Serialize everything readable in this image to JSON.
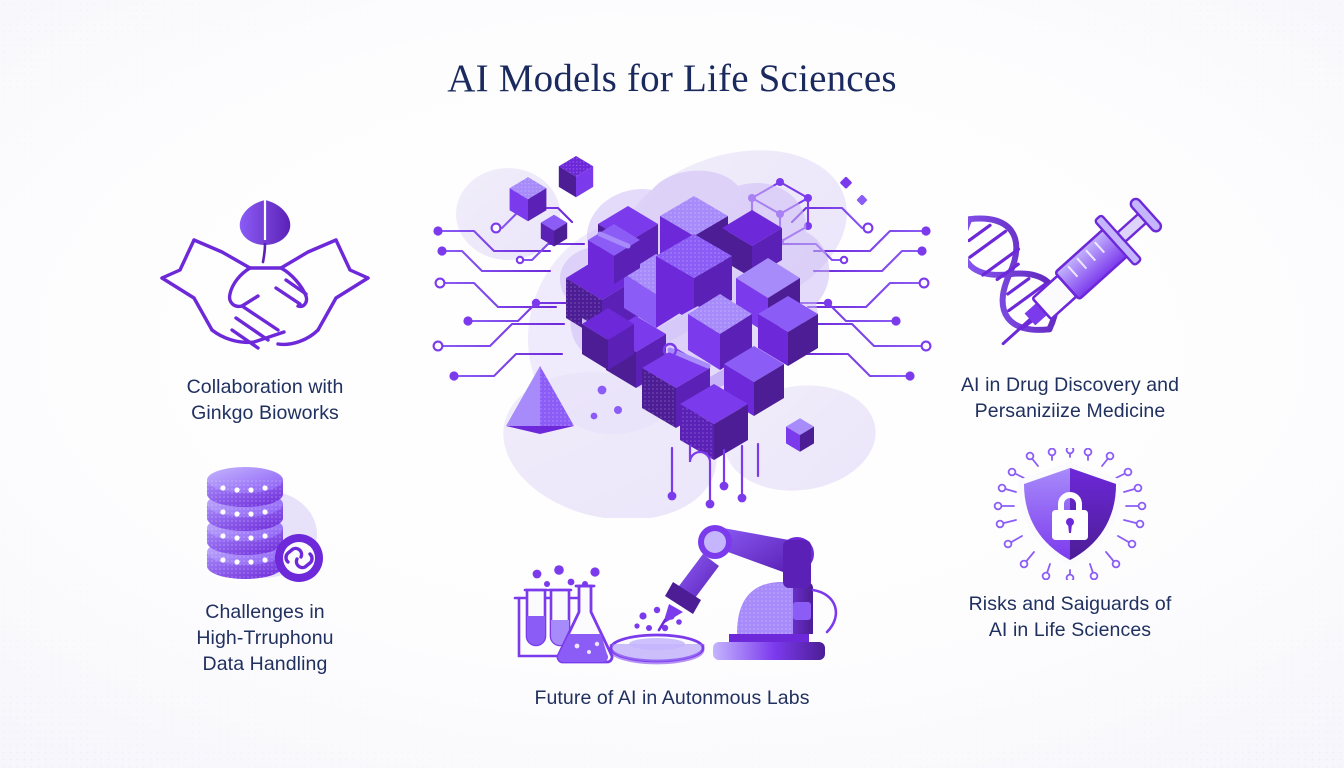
{
  "page": {
    "title": "AI Models for Life Sciences",
    "background_color": "#fbfbfd",
    "title_color": "#1b2a5e",
    "caption_color": "#20305f",
    "accent_colors": {
      "purple_deep": "#5B21B6",
      "purple_mid": "#7C3AED",
      "purple_light": "#A78BFA",
      "purple_pale": "#C4B5FD",
      "blob": "#EDE9FB"
    }
  },
  "nodes": {
    "collaboration": {
      "caption": "Collaboration with\nGinkgo Bioworks",
      "icon": "handshake-ginkgo-icon"
    },
    "drug_discovery": {
      "caption": "AI in Drug Discovery and\nPersaniziize Medicine",
      "icon": "dna-syringe-icon"
    },
    "data_handling": {
      "caption": "Challenges in\nHigh-Trruphonu\nData Handling",
      "icon": "database-chain-icon"
    },
    "risks": {
      "caption": "Risks and Saiguards of\nAI in Life Sciences",
      "icon": "shield-lock-circuit-icon"
    },
    "autonomous_labs": {
      "caption": "Future of AI in Autonmous Labs",
      "icon": "robot-arm-lab-icon"
    },
    "center": {
      "icon": "isometric-cube-brain-circuit-icon"
    }
  }
}
